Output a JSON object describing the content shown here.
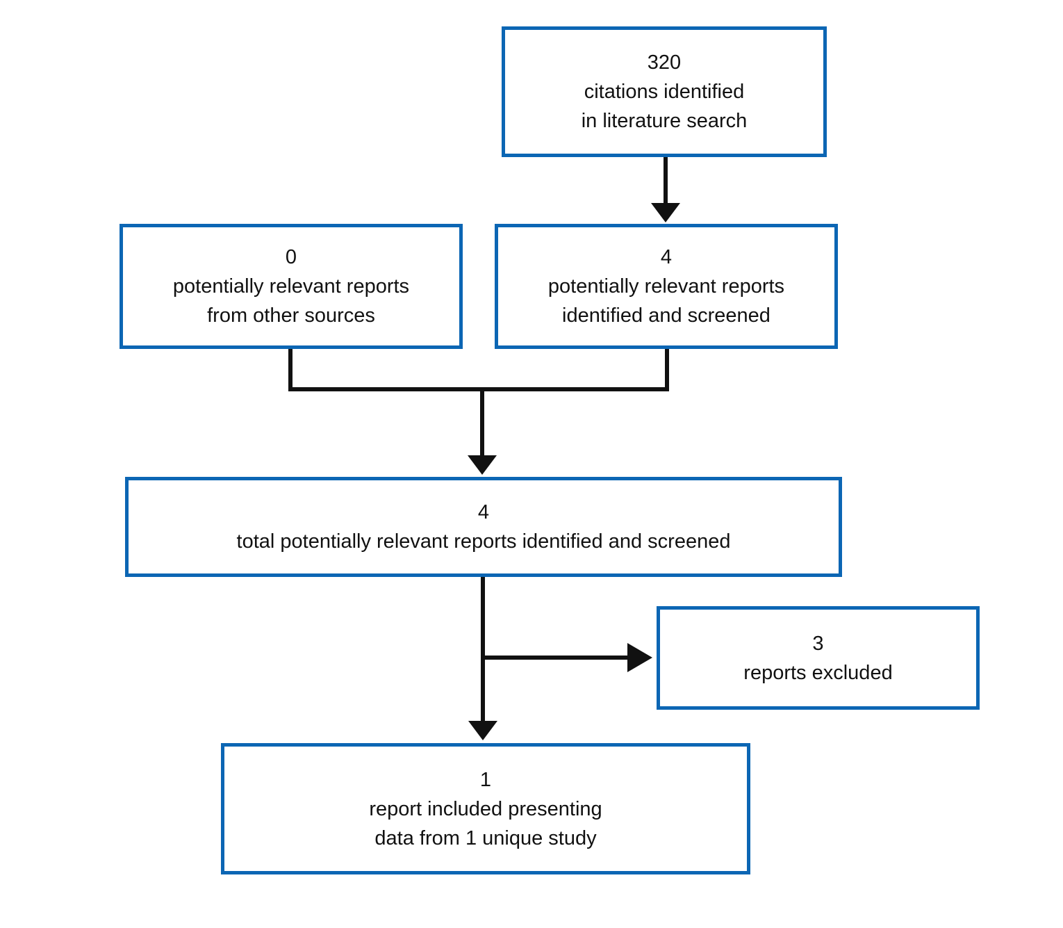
{
  "diagram": {
    "type": "flowchart",
    "description": "literature search and screening flow diagram",
    "box_border_color": "#0c66b4",
    "box_fill_color": "#ffffff",
    "arrow_color": "#111111",
    "text_color": "#111111",
    "boxes": [
      {
        "id": "citations-identified",
        "count": "320",
        "lines": [
          "citations identified",
          "in literature search"
        ]
      },
      {
        "id": "other-sources",
        "count": "0",
        "lines": [
          "potentially relevant reports",
          "from other sources"
        ]
      },
      {
        "id": "reports-screened",
        "count": "4",
        "lines": [
          "potentially relevant reports",
          "identified and screened"
        ]
      },
      {
        "id": "total-screened",
        "count": "4",
        "lines": [
          "total potentially relevant reports identified and screened"
        ]
      },
      {
        "id": "reports-excluded",
        "count": "3",
        "lines": [
          "reports excluded"
        ]
      },
      {
        "id": "report-included",
        "count": "1",
        "lines": [
          "report included presenting",
          "data from 1 unique study"
        ]
      }
    ]
  }
}
